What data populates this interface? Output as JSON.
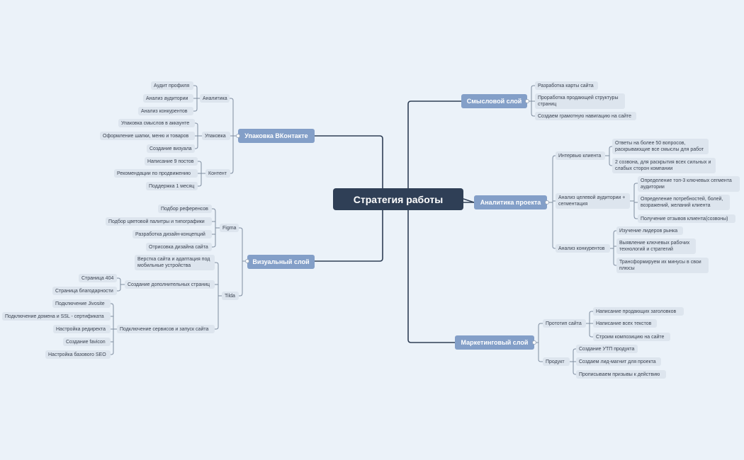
{
  "root": {
    "label": "Стратегия работы"
  },
  "branches": {
    "vk": {
      "label": "Упаковка ВКонтакте",
      "analytics": {
        "label": "Аналитика",
        "items": [
          "Аудит профиля",
          "Анализ аудитории",
          "Анализ конкурентов"
        ]
      },
      "packaging": {
        "label": "Упаковка",
        "items": [
          "Упаковка смыслов в аккаунте",
          "Оформление шапки, меню и товаров",
          "Создание визуала"
        ]
      },
      "content": {
        "label": "Контент",
        "items": [
          "Написание 9 постов",
          "Рекомендации по продвижению",
          "Поддержка 1 месяц"
        ]
      }
    },
    "visual": {
      "label": "Визуальный слой",
      "figma": {
        "label": "Figma",
        "items": [
          "Подбор референсов",
          "Подбор цветовой палитры и типографики",
          "Разработка дизайн-концепций",
          "Отрисовка дизайна сайта"
        ]
      },
      "tilda": {
        "label": "Tilda",
        "adaptive": "Верстка сайта и адаптация под мобильные устройства",
        "extra_pages": {
          "label": "Создание дополнительных страниц",
          "items": [
            "Страница 404",
            "Страница благодарности"
          ]
        },
        "services": {
          "label": "Подключение сервисов и запуск сайта",
          "items": [
            "Подключение Jivosite",
            "Подключение домена и SSL - сертификата",
            "Настройка редиректа",
            "Создание favicon",
            "Настройка базового SEO"
          ]
        }
      }
    },
    "semantic": {
      "label": "Смысловой слой",
      "items": [
        "Разработка карты сайта",
        "Проработка продающей структуры страниц",
        "Создаем грамотную навигацию на сайте"
      ]
    },
    "analytics": {
      "label": "Аналитика проекта",
      "interview": {
        "label": "Интервью клиента",
        "items": [
          "Ответы на более 50 вопросов, раскрывающие все смыслы для работ",
          "2 созвона, для раскрытия всех сильных и слабых сторон компании"
        ]
      },
      "audience": {
        "label": "Анализ целевой аудитории + сегментация",
        "items": [
          "Определение топ-3 ключевых сегмента аудитории",
          "Определение потребностей, болей, возражений, желаний клиента",
          "Получение отзывов клиента(созвоны)"
        ]
      },
      "competitors": {
        "label": "Анализ конкурентов",
        "items": [
          "Изучение лидеров рынка",
          "Выявление ключевых рабочих технологий и стратегий",
          "Трансформируем их минусы в свои плюсы"
        ]
      }
    },
    "marketing": {
      "label": "Маркетинговый слой",
      "prototype": {
        "label": "Прототип сайта",
        "items": [
          "Написание продающих заголовков",
          "Написание всех текстов",
          "Строим композицию на сайте"
        ]
      },
      "product": {
        "label": "Продукт",
        "items": [
          "Создание УТП продукта",
          "Создаем лид-магнит для проекта",
          "Прописываем призывы к действию"
        ]
      }
    }
  },
  "colors": {
    "background": "#ebf2f9",
    "root": "#2f3f56",
    "main": "#839fc8",
    "leaf": "#dde5ee",
    "line": "#2f3f56",
    "subline": "#7f8da0"
  }
}
